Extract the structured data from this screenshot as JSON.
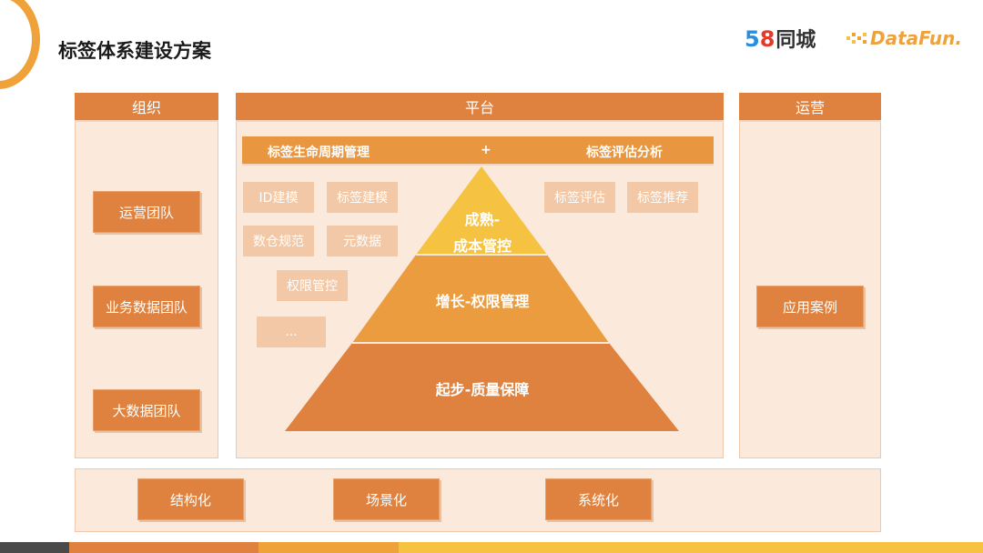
{
  "title": "标签体系建设方案",
  "logos": {
    "logo_58_digits_5": "5",
    "logo_58_digits_8": "8",
    "logo_58_text": "同城",
    "logo_datafun": "DataFun."
  },
  "org": {
    "header": "组织",
    "items": [
      "运营团队",
      "业务数据团队",
      "大数据团队"
    ]
  },
  "platform": {
    "header": "平台",
    "lifecycle_label": "标签生命周期管理",
    "plus": "+",
    "evaluation_label": "标签评估分析",
    "left_tags": [
      "ID建模",
      "标签建模",
      "数仓规范",
      "元数据",
      "权限管控",
      "..."
    ],
    "right_tags": [
      "标签评估",
      "标签推荐"
    ],
    "pyramid": {
      "top_line1": "成熟-",
      "top_line2": "成本管控",
      "middle": "增长-权限管理",
      "bottom": "起步-质量保障"
    }
  },
  "ops": {
    "header": "运营",
    "items": [
      "应用案例"
    ]
  },
  "principles": [
    "结构化",
    "场景化",
    "系统化"
  ],
  "colors": {
    "accent": "#e0823f",
    "pyramid_top": "#f5c242",
    "pyramid_middle": "#eb9c3e",
    "pyramid_bottom": "#e0823f",
    "panel_bg": "#fbe9dc",
    "tag_bg": "#f3c8a6"
  }
}
